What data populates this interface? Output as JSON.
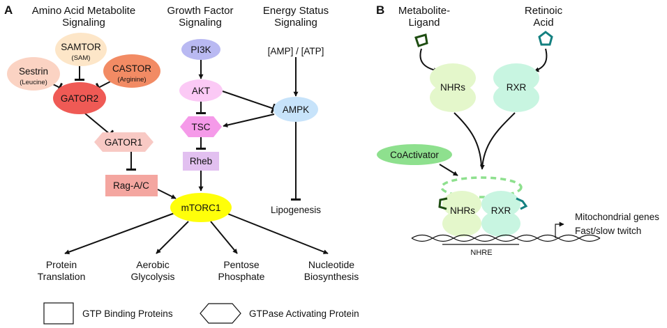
{
  "panel_a": {
    "letter": "A",
    "headers": {
      "amino_line1": "Amino Acid Metabolite",
      "amino_line2": "Signaling",
      "growth_line1": "Growth Factor",
      "growth_line2": "Signaling",
      "energy_line1": "Energy Status",
      "energy_line2": "Signaling"
    },
    "nodes": {
      "samtor": "SAMTOR",
      "samtor_sub": "(SAM)",
      "sestrin": "Sestrin",
      "sestrin_sub": "(Leucine)",
      "castor": "CASTOR",
      "castor_sub": "(Arginine)",
      "gator2": "GATOR2",
      "gator1": "GATOR1",
      "rag": "Rag-A/C",
      "pi3k": "PI3K",
      "akt": "AKT",
      "tsc": "TSC",
      "rheb": "Rheb",
      "mtorc1": "mTORC1",
      "amp_atp": "[AMP] / [ATP]",
      "ampk": "AMPK",
      "lipogenesis": "Lipogenesis"
    },
    "outputs": {
      "protein_1": "Protein",
      "protein_2": "Translation",
      "aerobic_1": "Aerobic",
      "aerobic_2": "Glycolysis",
      "pentose_1": "Pentose",
      "pentose_2": "Phosphate",
      "nucleotide_1": "Nucleotide",
      "nucleotide_2": "Biosynthesis"
    },
    "legend": {
      "gtp": "GTP Binding Proteins",
      "gtpase": "GTPase Activating Protein"
    }
  },
  "panel_b": {
    "letter": "B",
    "metabolite_1": "Metabolite-",
    "metabolite_2": "Ligand",
    "retinoic_1": "Retinoic",
    "retinoic_2": "Acid",
    "nhrs": "NHRs",
    "rxr": "RXR",
    "coactivator": "CoActivator",
    "nhrs_bound": "NHRs",
    "rxr_bound": "RXR",
    "nhre": "NHRE",
    "mito": "Mitochondrial genes",
    "twitch": "Fast/slow twitch"
  },
  "colors": {
    "sestrin": "#fbd3c3",
    "samtor": "#fde6c8",
    "castor": "#f28b64",
    "gator2": "#ef5a55",
    "gator1": "#f8c9c4",
    "rag": "#f4a6a0",
    "pi3k": "#b9b9f2",
    "akt": "#fbc9f5",
    "tsc": "#f59ae9",
    "rheb": "#e2c0f0",
    "mtorc1": "#ffff0a",
    "ampk": "#c7e3fa",
    "nhrs": "#e4f7cb",
    "rxr": "#c8f5e1",
    "coactivator": "#8ee08e",
    "ligand": "#1e4d12",
    "retinoic": "#148080"
  }
}
